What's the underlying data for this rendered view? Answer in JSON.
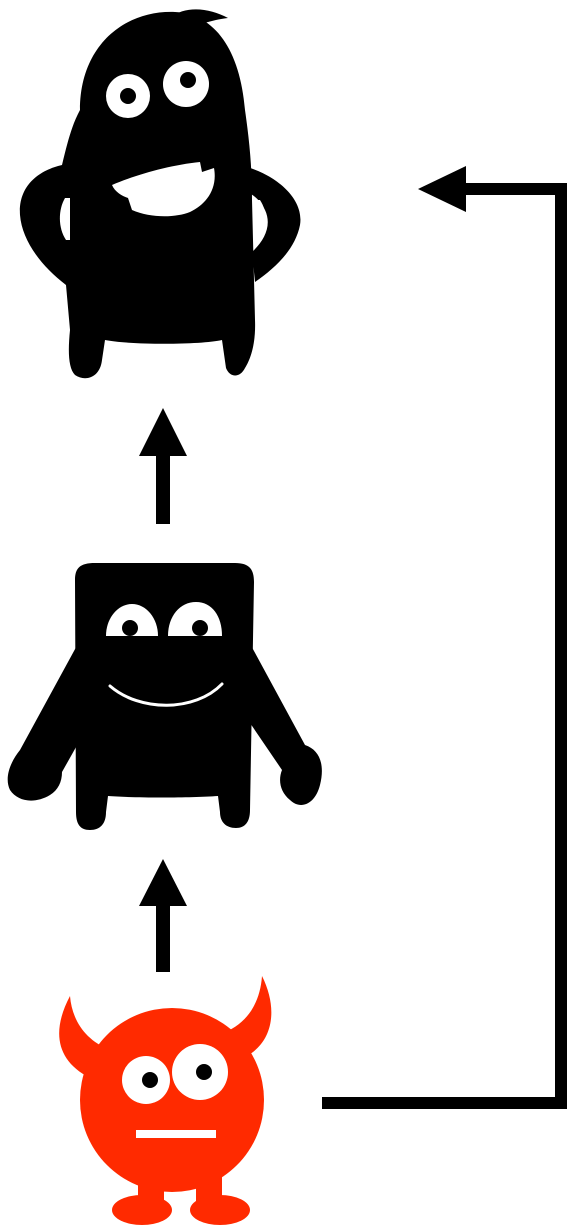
{
  "colors": {
    "background": "#ffffff",
    "monster": "#000000",
    "monster_red": "#ff2a00",
    "feature": "#ffffff",
    "arrow": "#000000"
  },
  "nodes": [
    {
      "name": "tall-black-monster",
      "icon": "tall-monster-icon",
      "color": "#000000"
    },
    {
      "name": "square-black-monster",
      "icon": "square-monster-icon",
      "color": "#000000"
    },
    {
      "name": "red-devil-monster",
      "icon": "devil-monster-icon",
      "color": "#ff2a00"
    }
  ],
  "edges": [
    {
      "from": "red-devil-monster",
      "to": "square-black-monster"
    },
    {
      "from": "square-black-monster",
      "to": "tall-black-monster"
    },
    {
      "from": "red-devil-monster",
      "to": "tall-black-monster"
    }
  ]
}
